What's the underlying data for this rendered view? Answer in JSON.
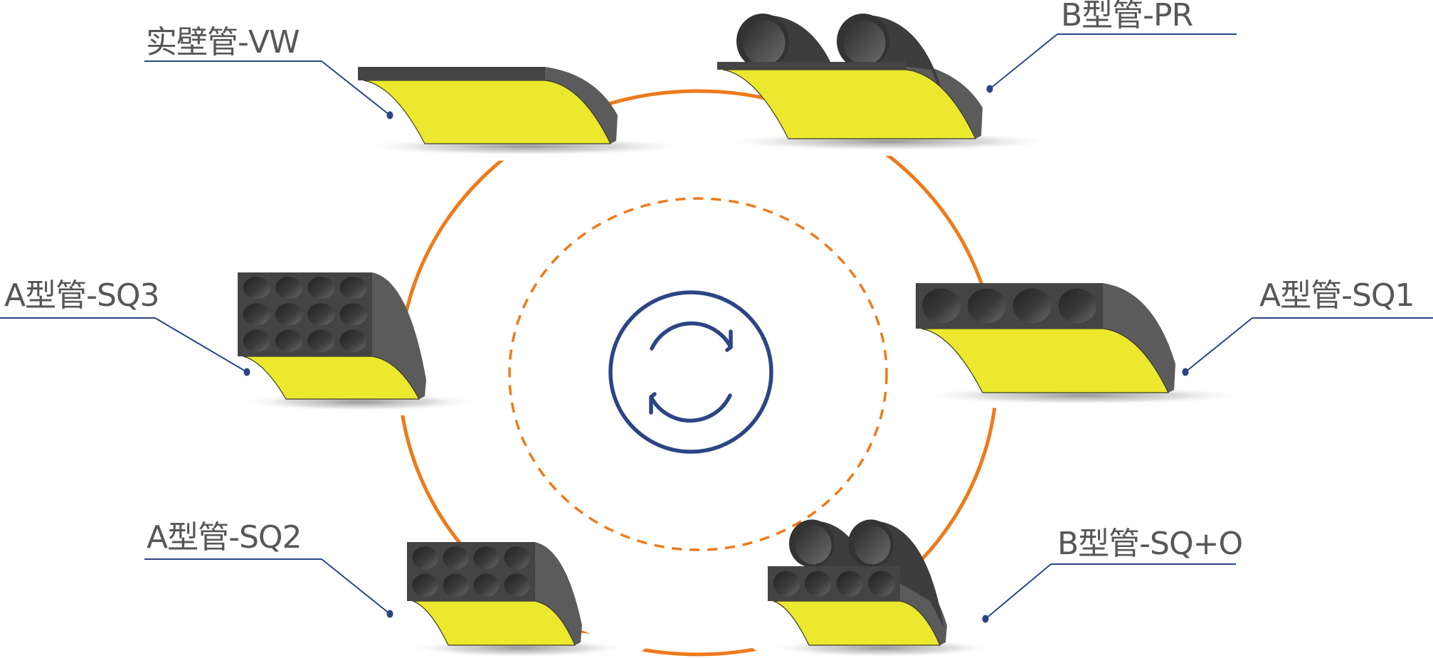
{
  "center_icon": "rotate-cycle-icon",
  "products": [
    {
      "id": "vw",
      "label": "实壁管-VW"
    },
    {
      "id": "pr",
      "label": "B型管-PR"
    },
    {
      "id": "sq3",
      "label": "A型管-SQ3"
    },
    {
      "id": "sq1",
      "label": "A型管-SQ1"
    },
    {
      "id": "sq2",
      "label": "A型管-SQ2"
    },
    {
      "id": "sqo",
      "label": "B型管-SQ+O"
    }
  ],
  "colors": {
    "orange": "#EE7A1A",
    "navy": "#2B4584",
    "yellow": "#ECE82E",
    "dark": "#444444",
    "side": "#5A5B5A",
    "text": "#575757"
  }
}
